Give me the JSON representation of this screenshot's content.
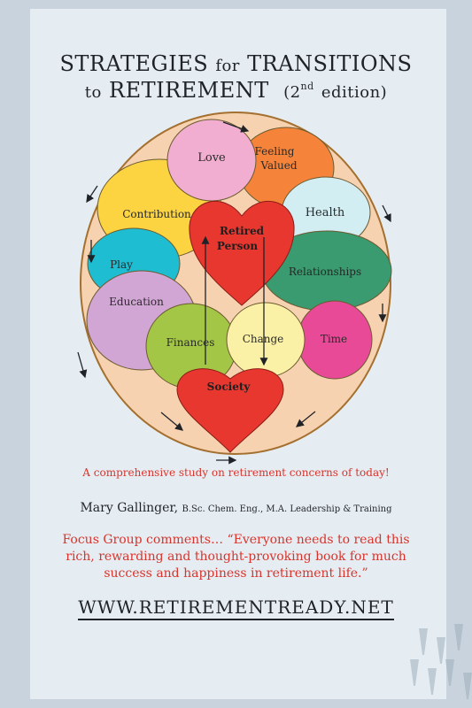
{
  "title": {
    "line1_a": "STRATEGIES",
    "line1_for": "for",
    "line1_b": "TRANSITIONS",
    "line2_to": "to",
    "line2_a": "RETIREMENT",
    "edition_num": "(2",
    "edition_sup": "nd",
    "edition_rest": "edition)"
  },
  "diagram": {
    "love": "Love",
    "feeling_1": "Feeling",
    "feeling_2": "Valued",
    "contribution": "Contribution",
    "health": "Health",
    "retired_1": "Retired",
    "retired_2": "Person",
    "play": "Play",
    "relationships": "Relationships",
    "education": "Education",
    "finances": "Finances",
    "change": "Change",
    "time": "Time",
    "society": "Society"
  },
  "colors": {
    "ring": "#f6d2b0",
    "love": "#f2aed0",
    "feeling": "#f5843a",
    "contribution": "#fcd341",
    "health": "#d2eef3",
    "heart": "#e8372f",
    "play": "#1fbdd2",
    "relationships": "#3a9a70",
    "education": "#d2a6d4",
    "finances": "#a4c646",
    "change": "#fbf1a6",
    "time": "#e84a98"
  },
  "tagline": "A comprehensive study on retirement concerns of today!",
  "author": {
    "name": "Mary Gallinger,",
    "credentials": "B.Sc. Chem. Eng., M.A. Leadership & Training"
  },
  "quote": "Focus Group comments… “Everyone needs to read this rich, rewarding and thought-provoking book for much success and happiness in retirement life.”",
  "website": "WWW.RETIREMENTREADY.NET"
}
